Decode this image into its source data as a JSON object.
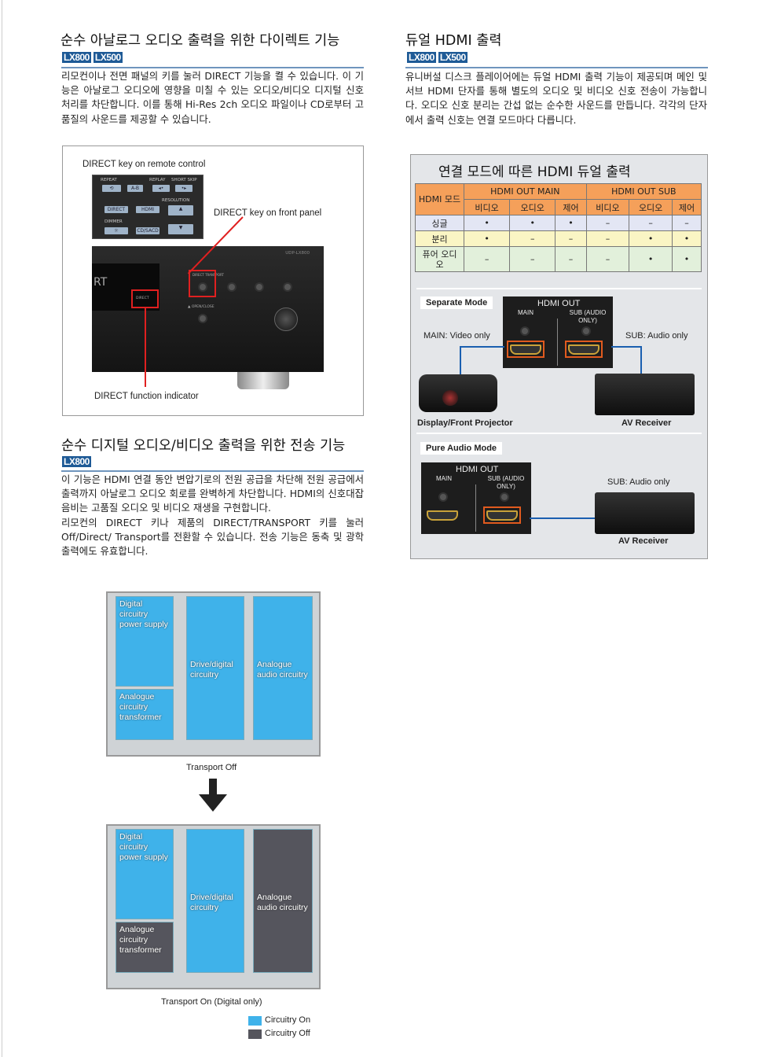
{
  "section1": {
    "title": "순수 아날로그 오디오 출력을 위한 다이렉트 기능",
    "badges": [
      "LX800",
      "LX500"
    ],
    "body": "리모컨이나 전면 패널의 키를 눌러 DIRECT 기능을 켤 수 있습니다. 이 기능은 아날로그 오디오에 영향을 미칠 수 있는 오디오/비디오 디지털 신호 처리를 차단합니다. 이를 통해 Hi-Res 2ch 오디오 파일이나 CD로부터 고품질의 사운드를 제공할 수 있습니다.",
    "figure": {
      "remote_label": "DIRECT key on remote control",
      "front_label": "DIRECT key on front panel",
      "indicator_label": "DIRECT function indicator",
      "remote_buttons": {
        "repeat": "REPEAT",
        "replay": "REPLAY",
        "short_skip": "SHORT SKIP",
        "ab": "A-B",
        "resolution": "RESOLUTION",
        "direct": "DIRECT",
        "hdmi": "HDMI",
        "dimmer": "DIMMER",
        "cdsacd": "CD/SACD"
      },
      "player_model": "UDP-LX800",
      "display_text": "RT",
      "direct_led": "DIRECT",
      "direct_transport": "DIRECT TRANSPORT",
      "open_close": "▲ OPEN/CLOSE"
    }
  },
  "section2": {
    "title": "순수 디지털 오디오/비디오 출력을 위한 전송 기능",
    "badges": [
      "LX800"
    ],
    "body": "이 기능은 HDMI 연결 동안 변압기로의 전원 공급을 차단해 전원 공급에서 출력까지 아날로그 오디오 회로를 완벽하게 차단합니다. HDMI의 신호대잡음비는 고품질 오디오 및 비디오 재생을 구현합니다.\n리모컨의 DIRECT 키나 제품의 DIRECT/TRANSPORT 키를 눌러 Off/Direct/ Transport를 전환할 수 있습니다. 전송 기능은 동축 및 광학 출력에도 유효합니다.",
    "blocks": {
      "digital": "Digital circuitry power supply",
      "transformer": "Analogue circuitry transformer",
      "drive": "Drive/digital circuitry",
      "analogue": "Analogue audio circuitry"
    },
    "caption_off": "Transport Off",
    "caption_on": "Transport On (Digital only)",
    "legend": [
      {
        "label": "Circuitry On",
        "color": "#3fb2ea"
      },
      {
        "label": "Circuitry Off",
        "color": "#55555d"
      }
    ]
  },
  "section3": {
    "title": "듀얼 HDMI 출력",
    "badges": [
      "LX800",
      "LX500"
    ],
    "body": "유니버설 디스크 플레이어에는 듀얼 HDMI 출력 기능이 제공되며 메인 및 서브 HDMI 단자를 통해 별도의 오디오 및 비디오 신호 전송이 가능합니다. 오디오 신호 분리는 간섭 없는 순수한 사운드를 만듭니다. 각각의 단자에서 출력 신호는 연결 모드마다 다릅니다.",
    "table": {
      "title": "연결 모드에 따른 HDMI 듀얼 출력",
      "mode_header": "HDMI 모드",
      "main_header": "HDMI OUT MAIN",
      "sub_header": "HDMI OUT SUB",
      "sub_columns": [
        "비디오",
        "오디오",
        "제어",
        "비디오",
        "오디오",
        "제어"
      ],
      "rows": [
        {
          "mode": "싱글",
          "cells": [
            "•",
            "•",
            "•",
            "–",
            "–",
            "–"
          ]
        },
        {
          "mode": "분리",
          "cells": [
            "•",
            "–",
            "–",
            "–",
            "•",
            "•"
          ]
        },
        {
          "mode": "퓨어 오디오",
          "cells": [
            "–",
            "–",
            "–",
            "–",
            "•",
            "•"
          ]
        }
      ]
    },
    "separate": {
      "tag": "Separate Mode",
      "hdmi_out": "HDMI OUT",
      "main": "MAIN",
      "sub": "SUB (AUDIO ONLY)",
      "main_note": "MAIN: Video only",
      "sub_note": "SUB: Audio only",
      "projector": "Display/Front Projector",
      "receiver": "AV Receiver"
    },
    "pure": {
      "tag": "Pure Audio Mode",
      "hdmi_out": "HDMI OUT",
      "main": "MAIN",
      "sub": "SUB (AUDIO ONLY)",
      "sub_note": "SUB: Audio only",
      "receiver": "AV Receiver"
    }
  }
}
